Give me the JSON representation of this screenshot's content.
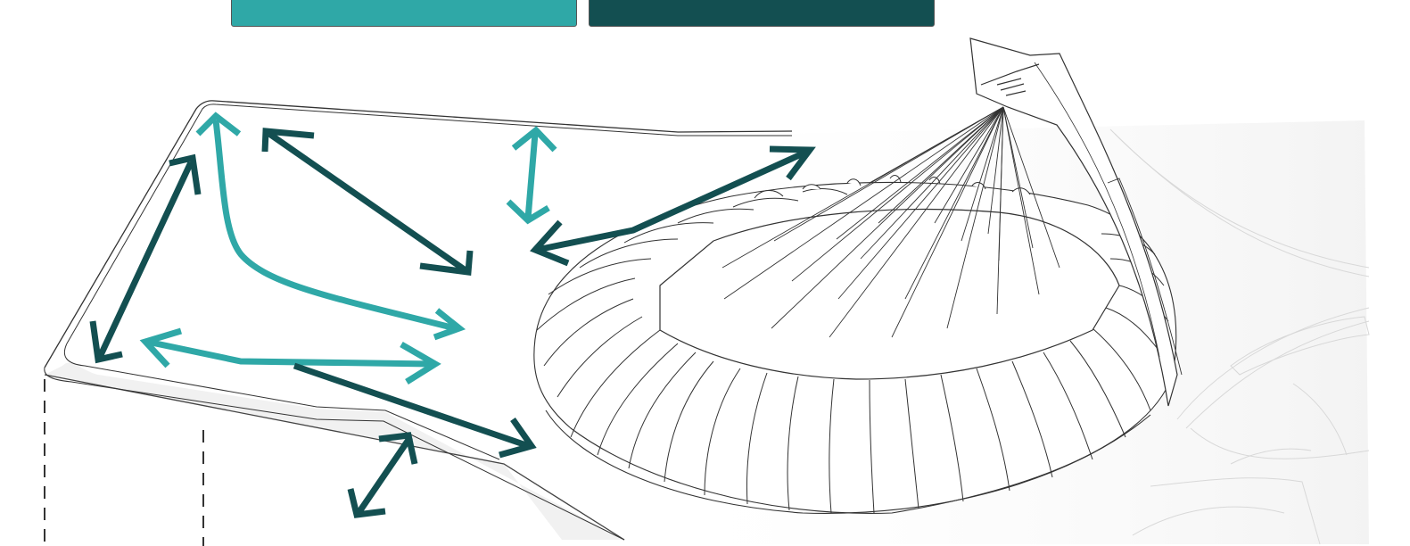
{
  "title": "",
  "legend": {
    "swatches": [
      {
        "color": "#2FA8A7",
        "label": ""
      },
      {
        "color": "#134F51",
        "label": ""
      }
    ]
  },
  "colors": {
    "teal_light": "#2FA8A7",
    "teal_dark": "#134F51",
    "line": "#333333",
    "ghost_line": "#cfcfcf",
    "ghost_fill": "#f2f2f2"
  },
  "icons": {
    "stadium": "stadium-drawing",
    "tower": "inclined-tower",
    "movement": "double-headed-arrow"
  }
}
